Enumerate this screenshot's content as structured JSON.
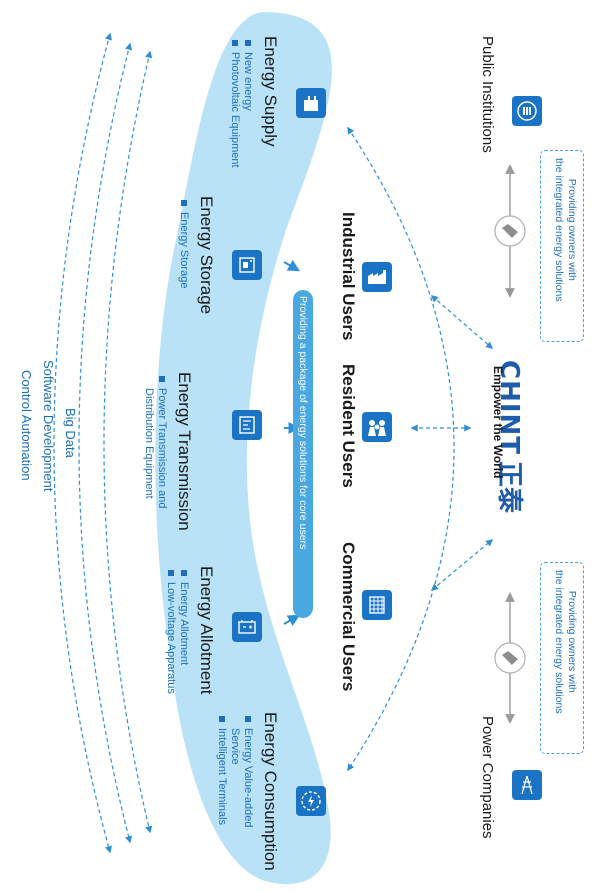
{
  "colors": {
    "accent": "#1a73c4",
    "band": "#b9e2f7",
    "logo_red": "#e2231a",
    "logo_blue": "#1e5ba8"
  },
  "logo": {
    "brand": "CHINT",
    "brand_cn": "正泰",
    "tagline": "Empower the World"
  },
  "parties": {
    "public": {
      "label": "Public Institutions",
      "icon": "columns-building-icon"
    },
    "power": {
      "label": "Power Companies",
      "icon": "power-tower-icon"
    },
    "providing_text": "Providing owners with the integrated energy solutions",
    "providing_line1": "Providing owners with",
    "providing_line2": "the integrated energy solutions"
  },
  "users": [
    {
      "label": "Industrial Users",
      "icon": "factory-icon"
    },
    {
      "label": "Resident Users",
      "icon": "family-icon"
    },
    {
      "label": "Commercial Users",
      "icon": "office-building-icon"
    }
  ],
  "core_banner": "Providing a package of energy solutions for core users",
  "chain": [
    {
      "title": "Energy Supply",
      "icon": "power-plant-icon",
      "bullets": [
        "New energy",
        "Photovoltaic Equipment"
      ]
    },
    {
      "title": "Energy Storage",
      "icon": "storage-cabinet-icon",
      "bullets": [
        "Energy Storage"
      ]
    },
    {
      "title": "Energy Transmission",
      "icon": "distribution-panel-icon",
      "bullets": [
        "Power Transmission and",
        "Distribution Equipment"
      ]
    },
    {
      "title": "Energy Allotment",
      "icon": "battery-icon",
      "bullets": [
        "Energy Allotment",
        "Low-voltage Apparatus"
      ]
    },
    {
      "title": "Energy Consumption",
      "icon": "power-dial-icon",
      "bullets": [
        "Energy Value-added",
        "Service",
        "Intelligent Terminals"
      ]
    }
  ],
  "tech": [
    "Big Data",
    "Software Development",
    "Control Automation"
  ]
}
